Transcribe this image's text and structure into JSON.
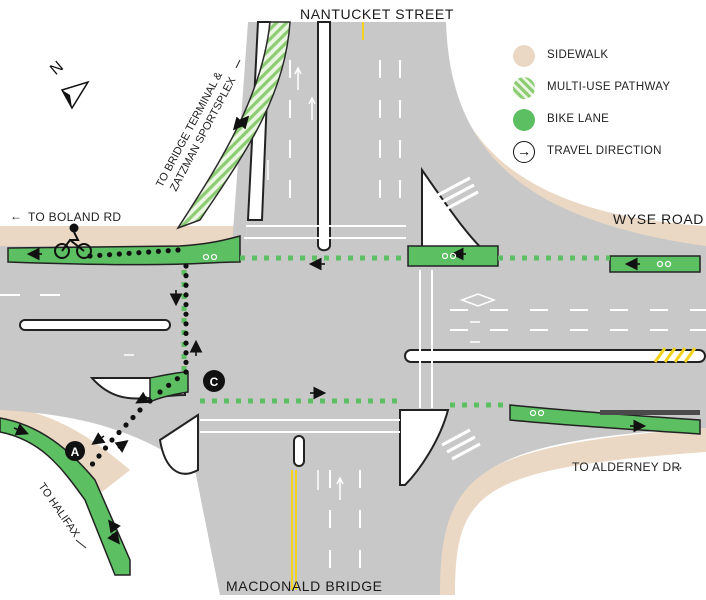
{
  "streets": {
    "north": "NANTUCKET STREET",
    "east": "WYSE ROAD",
    "south": "MACDONALD BRIDGE"
  },
  "destinations": {
    "boland": "TO BOLAND RD",
    "alderney": "TO ALDERNEY DR",
    "halifax": "TO HALIFAX",
    "bridge_terminal_line1": "TO BRIDGE TERMINAL &",
    "bridge_terminal_line2": "ZATZMAN SPORTSPLEX"
  },
  "markers": {
    "a": "A",
    "c": "C"
  },
  "compass": {
    "label": "N"
  },
  "legend": [
    {
      "label": "SIDEWALK",
      "color": "#ead8c4"
    },
    {
      "label": "MULTI-USE PATHWAY",
      "color": "#8ccc72"
    },
    {
      "label": "BIKE LANE",
      "color": "#5cbf62"
    },
    {
      "label": "TRAVEL DIRECTION",
      "color": "#111111"
    }
  ],
  "colors": {
    "road": "#c8c8c8",
    "sidewalk": "#ead8c4",
    "bike_lane": "#5cbf62",
    "pathway": "#8ccc72",
    "marking": "#ffffff",
    "centerline": "#f2d21b",
    "route": "#111111"
  }
}
